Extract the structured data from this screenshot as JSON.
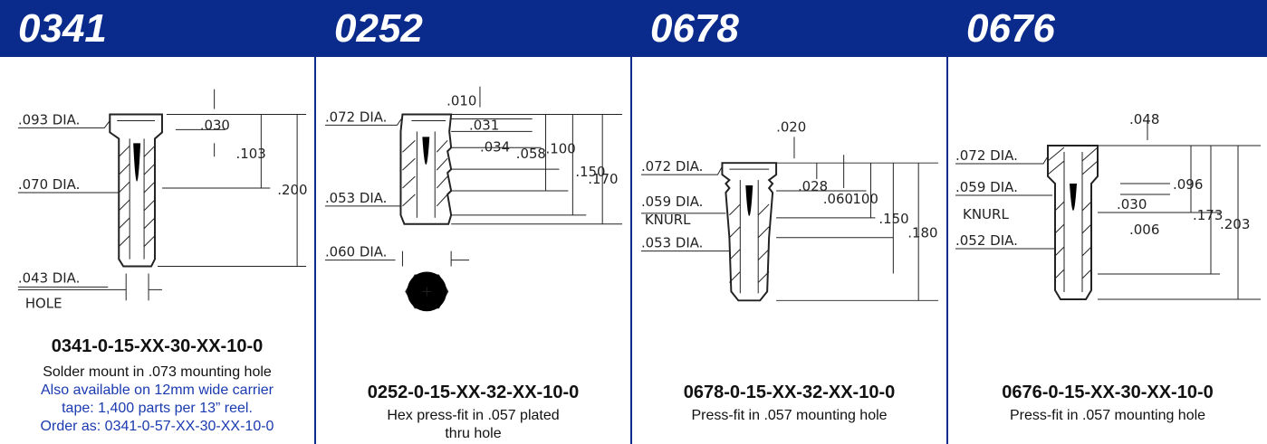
{
  "columns": [
    {
      "header": "0341",
      "part_number": "0341-0-15-XX-30-XX-10-0",
      "description": "Solder mount in .073 mounting hole",
      "note": [
        "Also available on 12mm wide carrier",
        "tape: 1,400 parts per 13” reel.",
        "Order as: 0341-0-57-XX-30-XX-10-0"
      ],
      "labels": {
        "dia1": ".093 DIA.",
        "dia2": ".070 DIA.",
        "dia3": ".043 DIA.",
        "hole": "HOLE",
        "d1": ".030",
        "d2": ".103",
        "d3": ".200"
      }
    },
    {
      "header": "0252",
      "part_number": "0252-0-15-XX-32-XX-10-0",
      "description": [
        "Hex press-fit in .057 plated",
        "thru hole"
      ],
      "labels": {
        "dia1": ".072 DIA.",
        "dia2": ".053 DIA.",
        "dia3": ".060 DIA.",
        "d1": ".010",
        "d2": ".031",
        "d3": ".034",
        "d4": ".058",
        "d5": ".100",
        "d6": ".150",
        "d7": ".170"
      }
    },
    {
      "header": "0678",
      "part_number": "0678-0-15-XX-32-XX-10-0",
      "description": "Press-fit in .057 mounting hole",
      "labels": {
        "dia1": ".072 DIA.",
        "dia2": ".059 DIA.",
        "knurl": "KNURL",
        "dia3": ".053 DIA.",
        "d1": ".020",
        "d2": ".028",
        "d3": ".060",
        "d4": ".100",
        "d5": ".150",
        "d6": ".180"
      }
    },
    {
      "header": "0676",
      "part_number": "0676-0-15-XX-30-XX-10-0",
      "description": "Press-fit in .057 mounting hole",
      "labels": {
        "dia1": ".072 DIA.",
        "dia2": ".059 DIA.",
        "knurl": "KNURL",
        "dia3": ".052 DIA.",
        "d1": ".048",
        "d2": ".096",
        "d3": ".030",
        "d4": ".006",
        "d5": ".173",
        "d6": ".203"
      }
    }
  ]
}
